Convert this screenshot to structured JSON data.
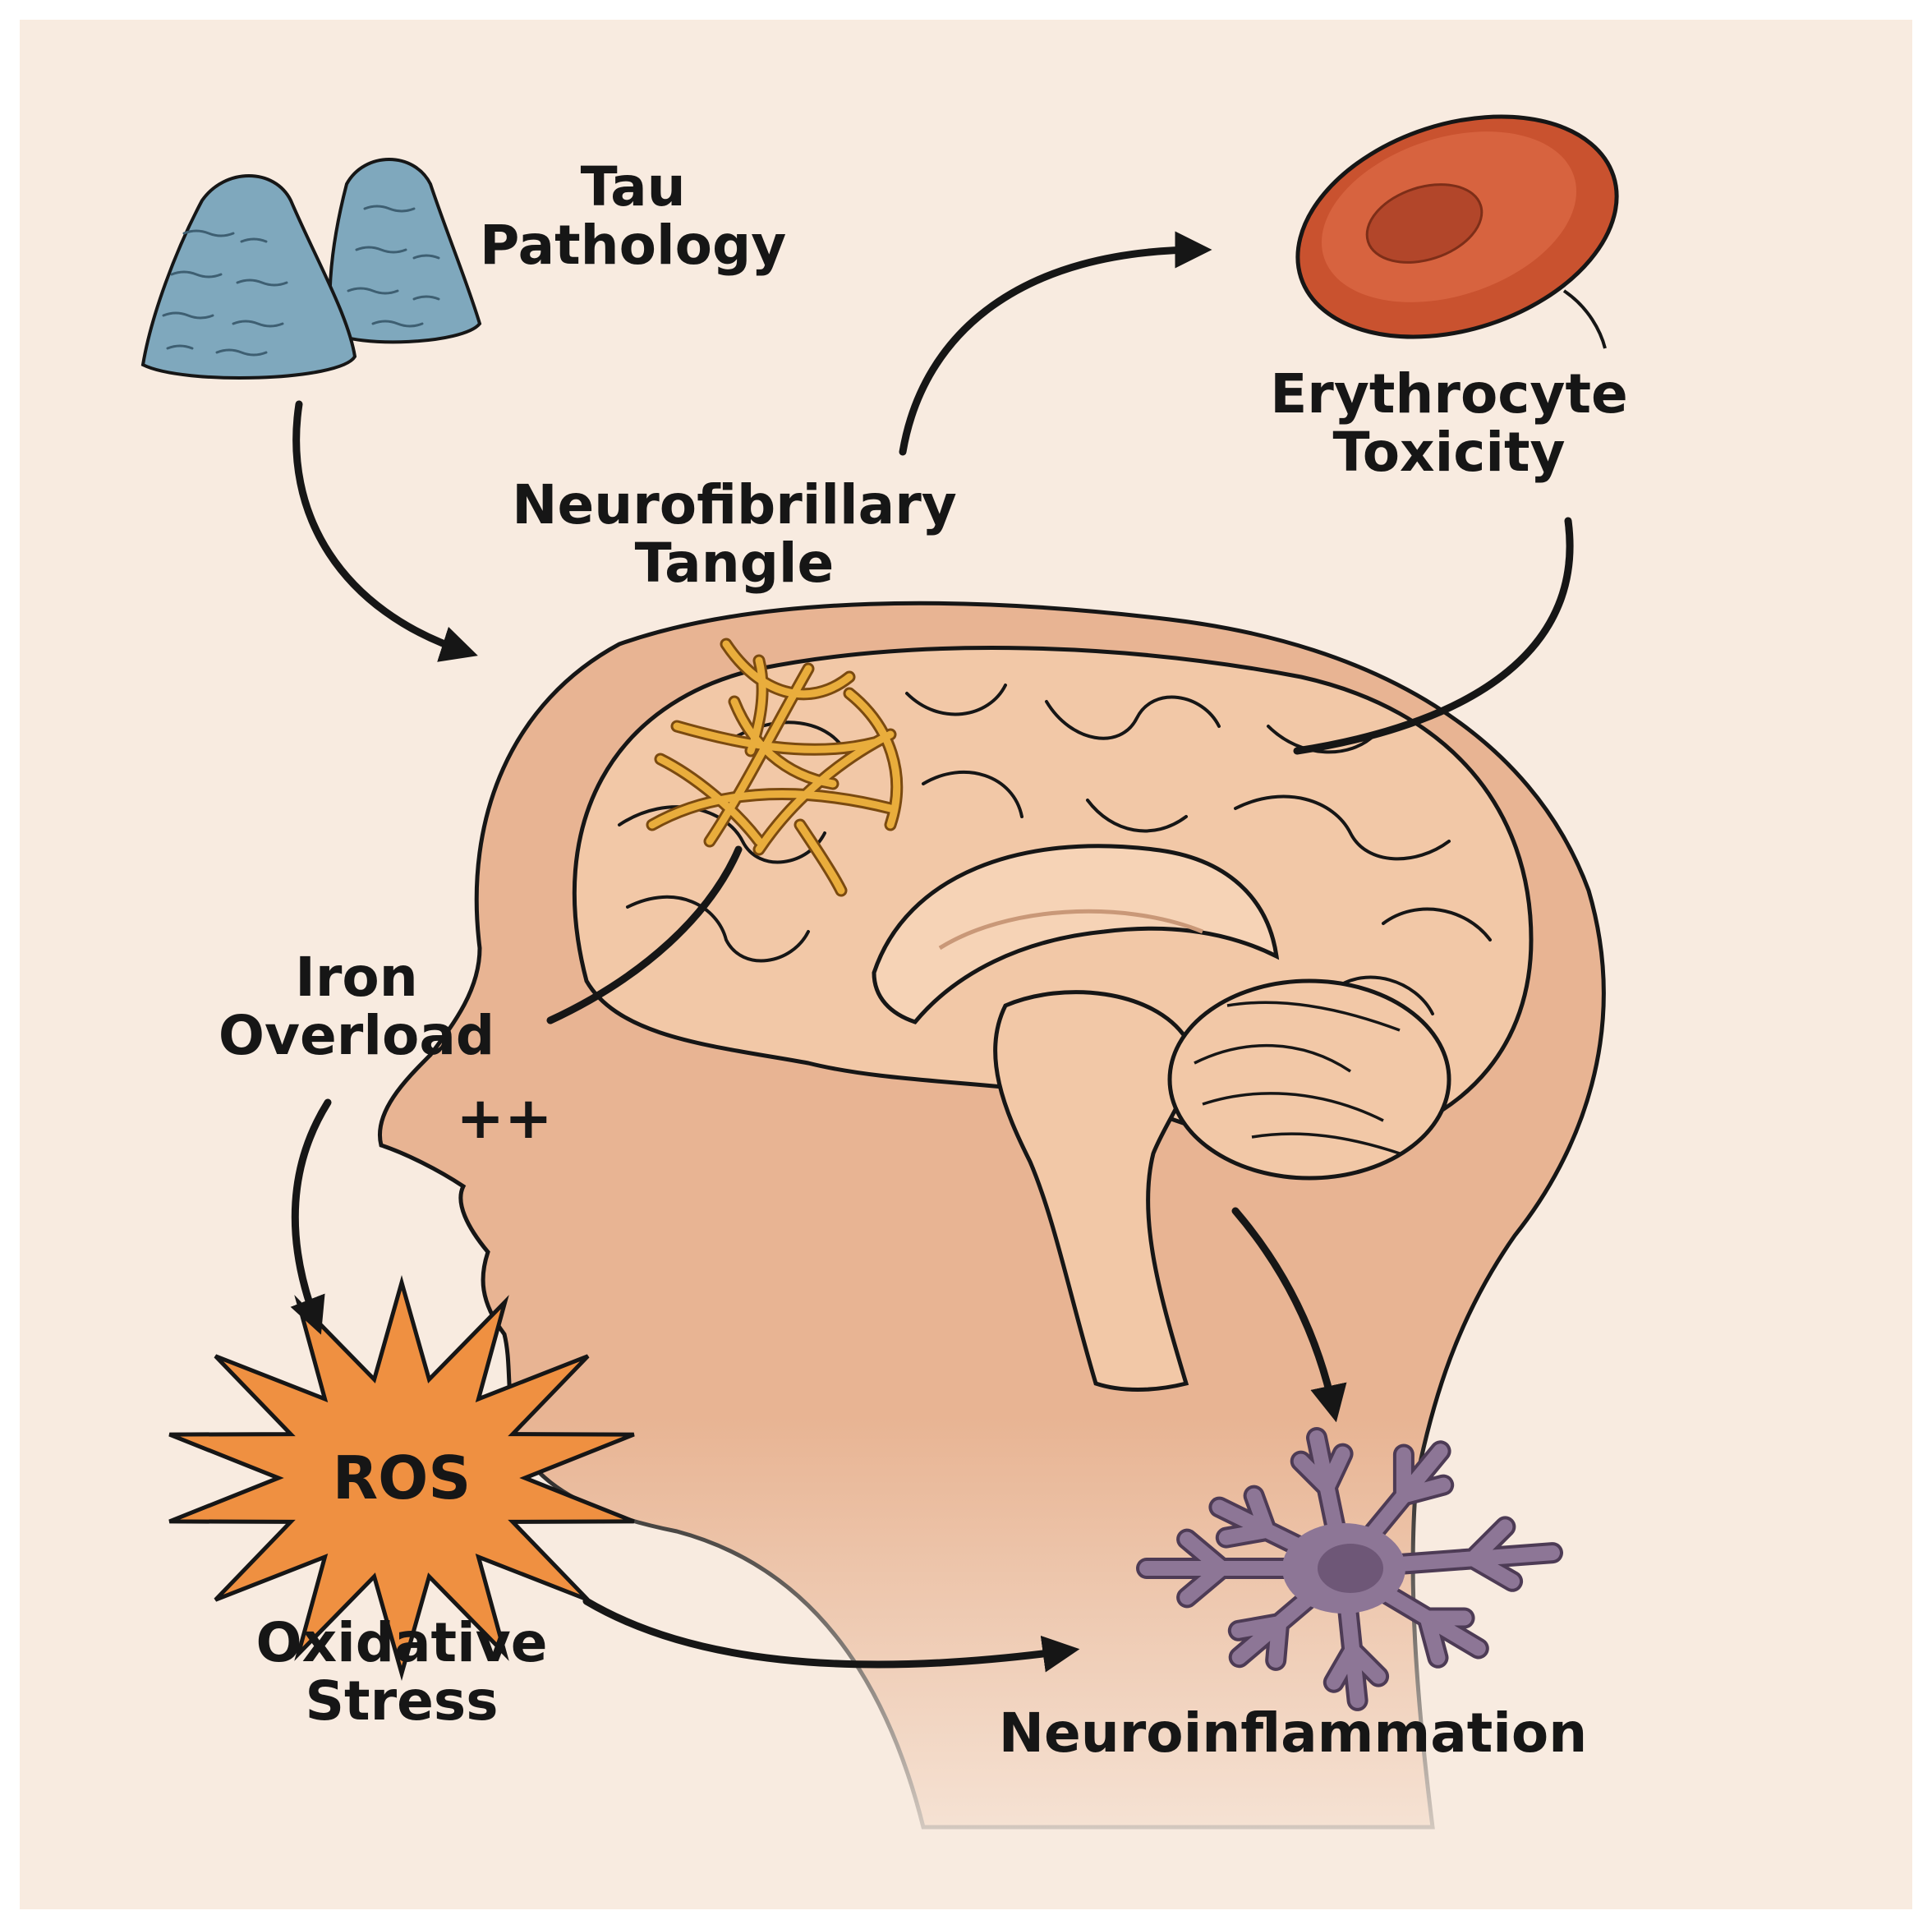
{
  "labels": {
    "tau_pathology": [
      "Tau",
      "Pathology"
    ],
    "neurofibrillary_tangle": [
      "Neurofibrillary",
      "Tangle"
    ],
    "erythrocyte_toxicity": [
      "Erythrocyte",
      "Toxicity"
    ],
    "iron_overload": [
      "Iron",
      "Overload"
    ],
    "iron_overload_marker": "++",
    "ros": "ROS",
    "oxidative_stress": [
      "Oxidative",
      "Stress"
    ],
    "neuroinflammation": "Neuroinflammation"
  },
  "colors": {
    "background": "#f8ebe0",
    "skin": "#e8b493",
    "brain": "#f2c8a7",
    "outline": "#161616",
    "tau_blue": "#7fa8bd",
    "erythrocyte_red": "#c9522f",
    "ros_orange": "#ef9041",
    "tangle_yellow": "#e9ad3c",
    "microglia_purple": "#8d7696"
  }
}
